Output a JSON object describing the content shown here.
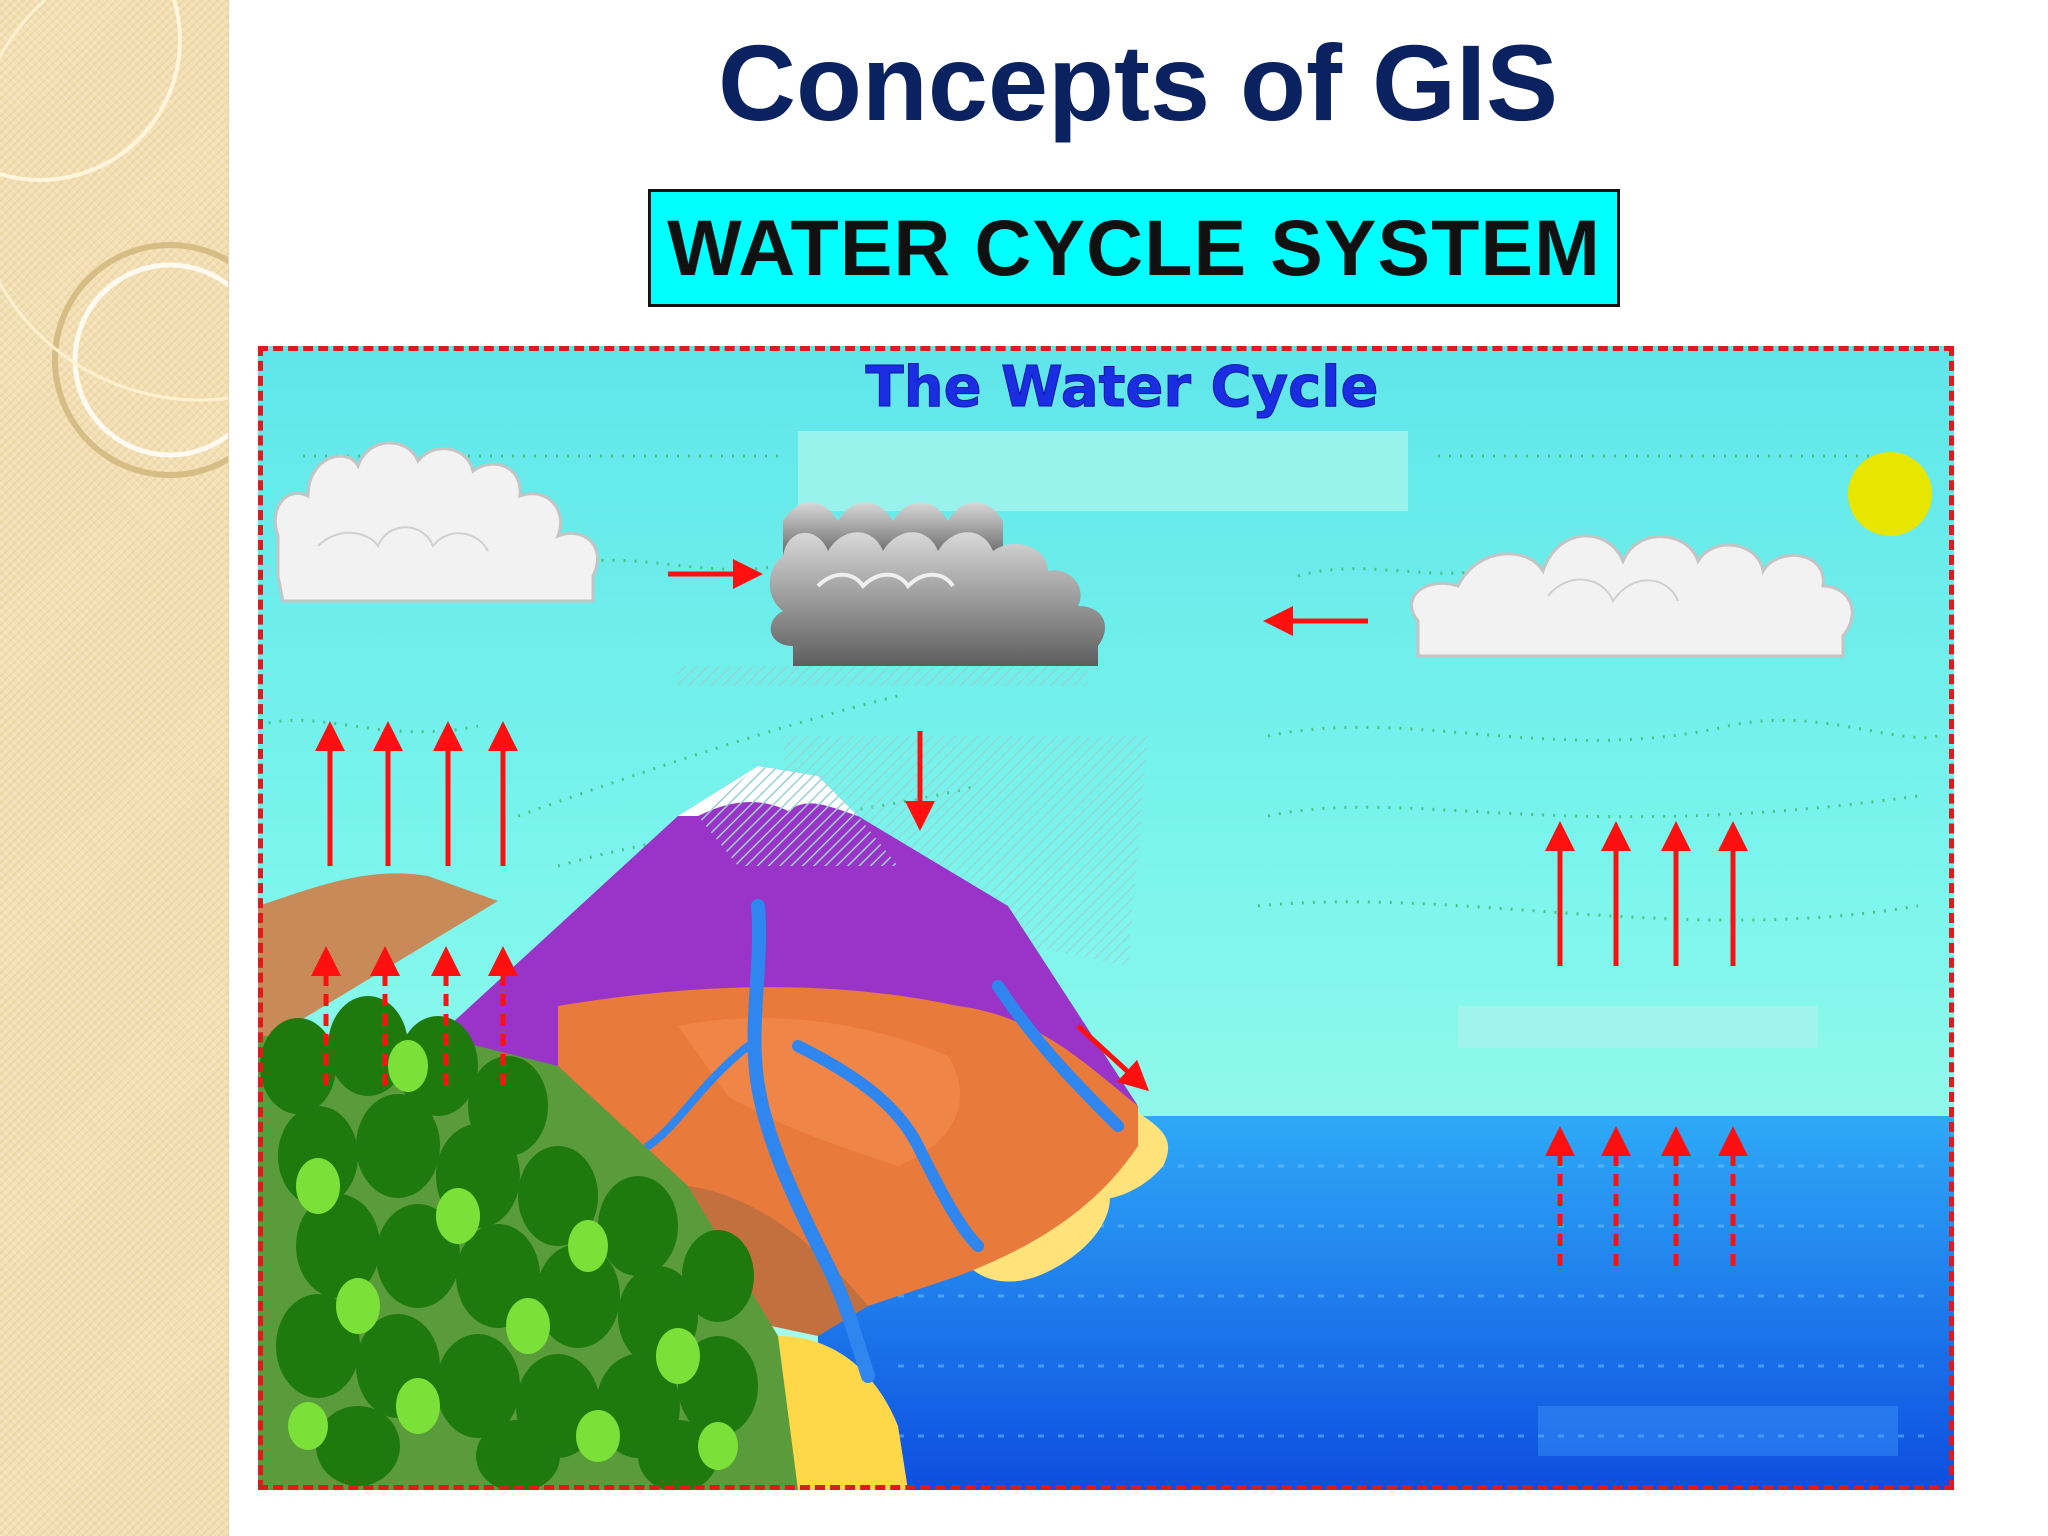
{
  "slide": {
    "title": "Concepts of GIS",
    "subtitle_box": "WATER CYCLE SYSTEM"
  },
  "diagram": {
    "heading": "The Water Cycle",
    "colors": {
      "sky": "#6ff0ec",
      "sea": "#1f8cf0",
      "mountain": "#9a33c8",
      "soil": "#e87a3c",
      "forest": "#2e8b10",
      "arrow": "#ff1010",
      "sun": "#e6e600",
      "title_box": "#00ffff",
      "slide_title": "#0b2260"
    },
    "icons": [
      "cloud-icon",
      "rain-cloud-icon",
      "sun-icon",
      "mountain-icon",
      "forest-icon",
      "sea-icon",
      "river-icon",
      "arrow-icon"
    ]
  }
}
